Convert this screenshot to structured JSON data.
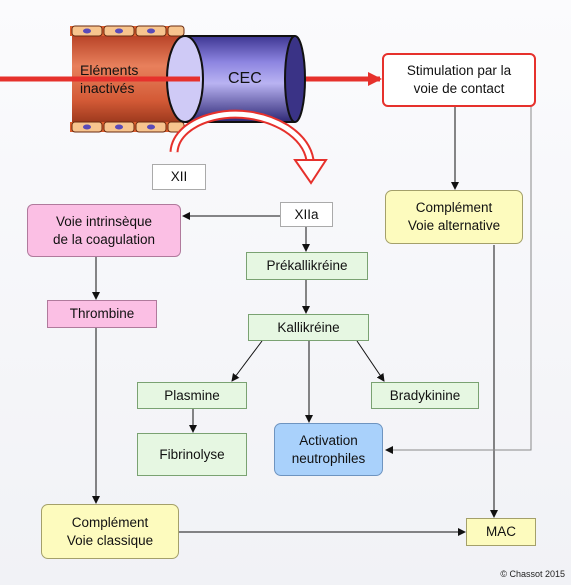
{
  "cec": {
    "elements_label": "Eléments\ninactivés",
    "cylinder_label": "CEC"
  },
  "nodes": {
    "stimulation": "Stimulation par la\nvoie de contact",
    "xii": "XII",
    "xiia": "XIIa",
    "voie_intrinseque": "Voie intrinsèque\nde la coagulation",
    "thrombine": "Thrombine",
    "prekallikreine": "Prékallikréine",
    "kallikreine": "Kallikréine",
    "plasmine": "Plasmine",
    "fibrinolyse": "Fibrinolyse",
    "bradykinine": "Bradykinine",
    "activation": "Activation\nneutrophiles",
    "complement_alt": "Complément\nVoie alternative",
    "complement_classique": "Complément\nVoie classique",
    "mac": "MAC"
  },
  "credit": "© Chassot 2015",
  "colors": {
    "red": "#e6312c",
    "pink": "#fbbfe4",
    "green": "#e6f7e2",
    "yellow": "#fdfbbe",
    "blue": "#a9d1fb",
    "tube": "#d9603e",
    "cylinder": "#7b6fd0"
  }
}
